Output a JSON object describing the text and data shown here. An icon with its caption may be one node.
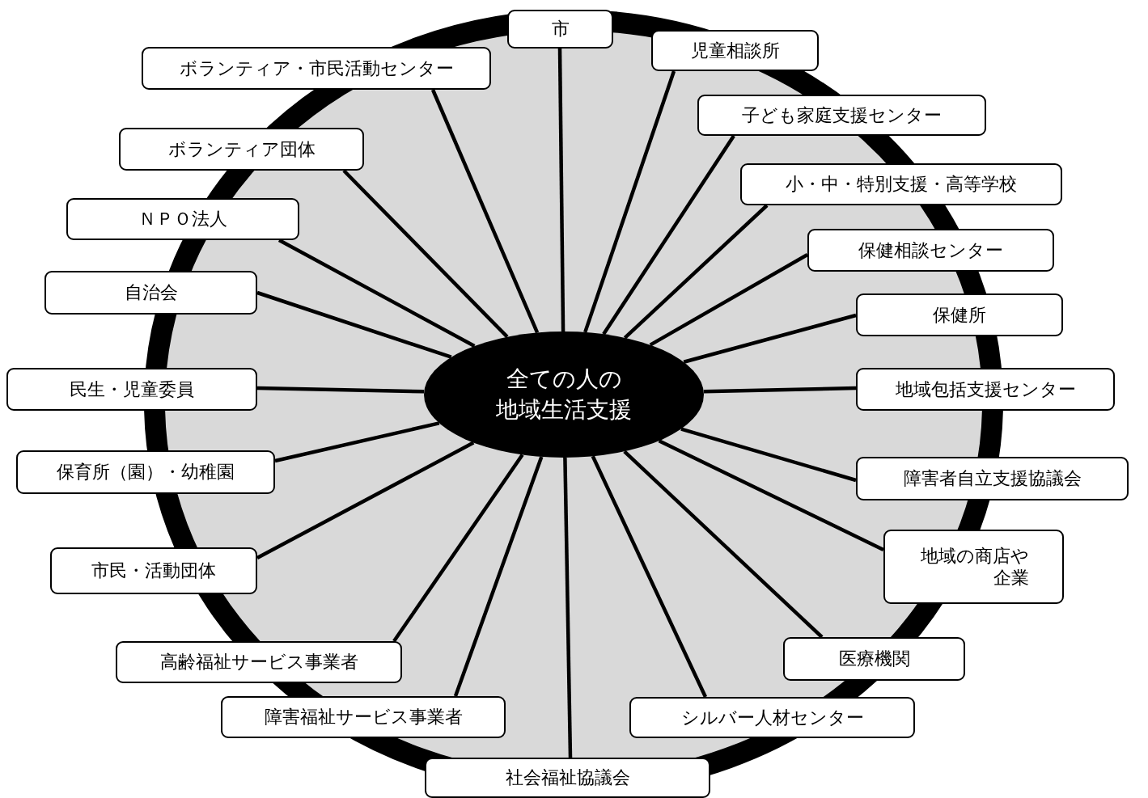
{
  "diagram": {
    "nodes": [
      {
        "text": [
          "全ての人の",
          "地域生活支援"
        ]
      },
      {
        "text": [
          "市"
        ]
      },
      {
        "text": [
          "児童相談所"
        ]
      },
      {
        "text": [
          "ボランティア・市民活動センター"
        ]
      },
      {
        "text": [
          "子ども家庭支援センター"
        ]
      },
      {
        "text": [
          "ボランティア団体"
        ]
      },
      {
        "text": [
          "小・中・特別支援・高等学校"
        ]
      },
      {
        "text": [
          "ＮＰＯ法人"
        ]
      },
      {
        "text": [
          "保健相談センター"
        ]
      },
      {
        "text": [
          "自治会"
        ]
      },
      {
        "text": [
          "保健所"
        ]
      },
      {
        "text": [
          "民生・児童委員"
        ]
      },
      {
        "text": [
          "地域包括支援センター"
        ]
      },
      {
        "text": [
          "保育所（園）・幼稚園"
        ]
      },
      {
        "text": [
          "障害者自立支援協議会"
        ]
      },
      {
        "text": [
          "市民・活動団体"
        ]
      },
      {
        "text": [
          "地域の商店や企業"
        ]
      },
      {
        "text": [
          "高齢福祉サービス事業者"
        ]
      },
      {
        "text": [
          "医療機関"
        ]
      },
      {
        "text": [
          "障害福祉サービス事業者"
        ]
      },
      {
        "text": [
          "シルバー人材センター"
        ]
      },
      {
        "text": [
          "社会福祉協議会"
        ]
      }
    ],
    "edges": [
      {
        "from": 0,
        "to": 1,
        "arrow": "none"
      },
      {
        "from": 0,
        "to": 2,
        "arrow": "none"
      },
      {
        "from": 0,
        "to": 3,
        "arrow": "none"
      },
      {
        "from": 0,
        "to": 4,
        "arrow": "none"
      },
      {
        "from": 0,
        "to": 5,
        "arrow": "none"
      },
      {
        "from": 0,
        "to": 6,
        "arrow": "none"
      },
      {
        "from": 0,
        "to": 7,
        "arrow": "none"
      },
      {
        "from": 0,
        "to": 8,
        "arrow": "none"
      },
      {
        "from": 0,
        "to": 9,
        "arrow": "none"
      },
      {
        "from": 0,
        "to": 10,
        "arrow": "none"
      },
      {
        "from": 0,
        "to": 11,
        "arrow": "none"
      },
      {
        "from": 0,
        "to": 12,
        "arrow": "none"
      },
      {
        "from": 0,
        "to": 13,
        "arrow": "none"
      },
      {
        "from": 0,
        "to": 14,
        "arrow": "none"
      },
      {
        "from": 0,
        "to": 15,
        "arrow": "none"
      },
      {
        "from": 0,
        "to": 16,
        "arrow": "none"
      },
      {
        "from": 0,
        "to": 17,
        "arrow": "none"
      },
      {
        "from": 0,
        "to": 18,
        "arrow": "none"
      },
      {
        "from": 0,
        "to": 19,
        "arrow": "none"
      },
      {
        "from": 0,
        "to": 20,
        "arrow": "none"
      },
      {
        "from": 0,
        "to": 21,
        "arrow": "none"
      }
    ]
  }
}
